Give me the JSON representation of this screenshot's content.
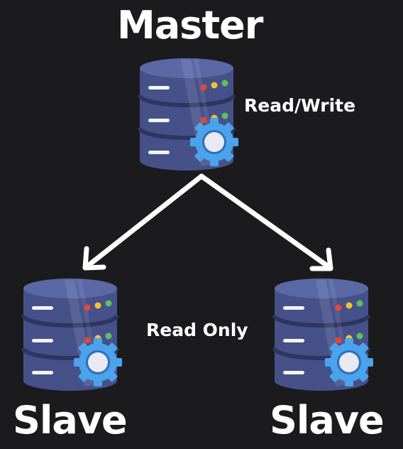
{
  "nodes": {
    "master": {
      "title": "Master",
      "role": "Read/Write",
      "icon": "database-gear-icon"
    },
    "slave_left": {
      "title": "Slave",
      "icon": "database-gear-icon"
    },
    "slave_right": {
      "title": "Slave",
      "icon": "database-gear-icon"
    },
    "slaves_role": "Read Only"
  },
  "edges": [
    {
      "from": "master",
      "to": "slave_left"
    },
    {
      "from": "master",
      "to": "slave_right"
    }
  ],
  "colors": {
    "background": "#1b1b1e",
    "db_body": "#46518a",
    "db_top": "#5563a0",
    "db_dark": "#363f6e",
    "gear": "#4aa3ec",
    "led_red": "#e5453b",
    "led_yellow": "#f2c233",
    "led_green": "#5cc15f",
    "text": "#ffffff",
    "arrow": "#ffffff"
  }
}
